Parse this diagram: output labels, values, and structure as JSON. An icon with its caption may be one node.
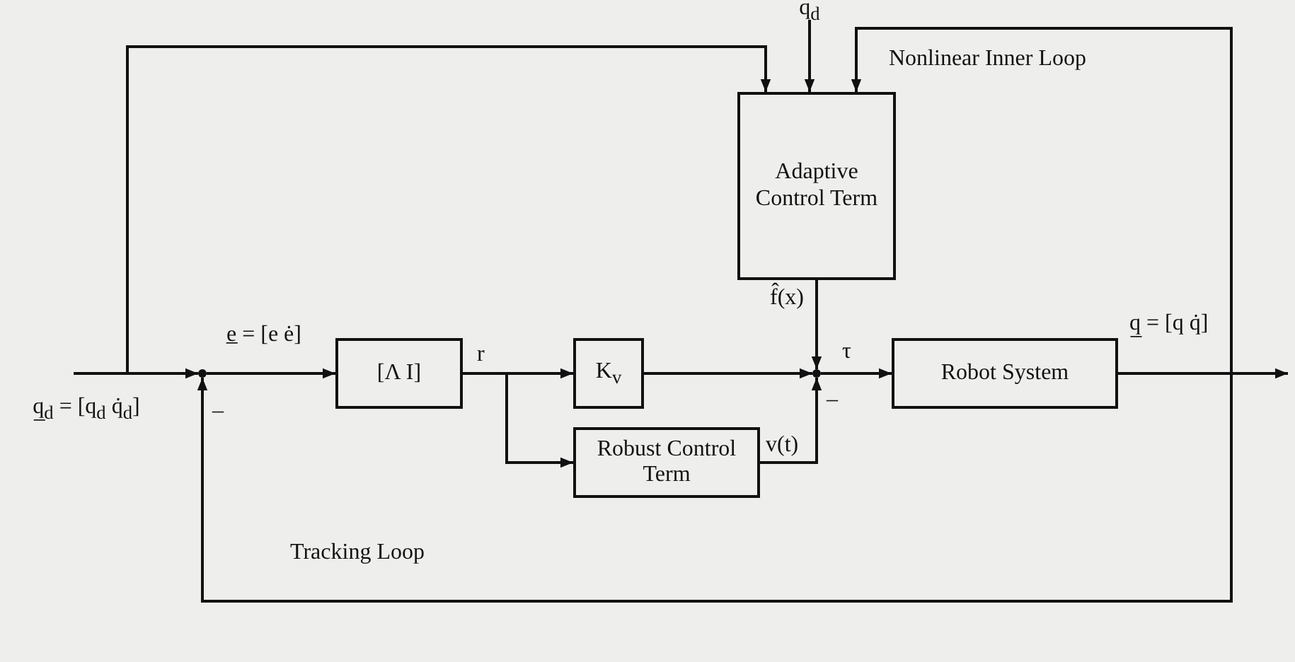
{
  "diagram": {
    "nodes": [
      {
        "text": [
          "q̲$_{d}$ = [q$_{d}$ q̇$_{d}$]"
        ]
      },
      {
        "text": [],
        "shape": "point"
      },
      {
        "text": [
          "[Λ I]"
        ]
      },
      {
        "text": [
          "K$_{v}$"
        ]
      },
      {
        "text": [
          "Robust Control Term"
        ]
      },
      {
        "text": [
          "Adaptive Control Term"
        ]
      },
      {
        "text": [],
        "shape": "point"
      },
      {
        "text": [
          "Robot System"
        ]
      },
      {
        "text": [
          "q$_{d}$"
        ]
      }
    ],
    "edges": [
      {
        "from": 0,
        "to": 1,
        "arrow": "to"
      },
      {
        "from": 0,
        "to": 5,
        "arrow": "to"
      },
      {
        "from": 1,
        "to": 2,
        "arrow": "to",
        "label": "e̲ = [e ė]"
      },
      {
        "from": 2,
        "to": 3,
        "arrow": "to",
        "label": "r"
      },
      {
        "from": 2,
        "to": 4,
        "arrow": "to"
      },
      {
        "from": 3,
        "to": 6,
        "arrow": "to"
      },
      {
        "from": 5,
        "to": 6,
        "arrow": "to",
        "label": "f̂(x)"
      },
      {
        "from": 4,
        "to": 6,
        "arrow": "to",
        "label": "v(t)"
      },
      {
        "from": 6,
        "to": 7,
        "arrow": "to",
        "label": "τ"
      },
      {
        "from": 7,
        "to": null,
        "arrow": "to",
        "label": "q̲ = [q q̇]"
      },
      {
        "from": 7,
        "to": 1,
        "arrow": "to"
      },
      {
        "from": 7,
        "to": 5,
        "arrow": "to"
      },
      {
        "from": 8,
        "to": 5,
        "arrow": "to"
      }
    ],
    "labels": [
      "Nonlinear Inner Loop",
      "–",
      "–",
      "Tracking Loop"
    ]
  }
}
